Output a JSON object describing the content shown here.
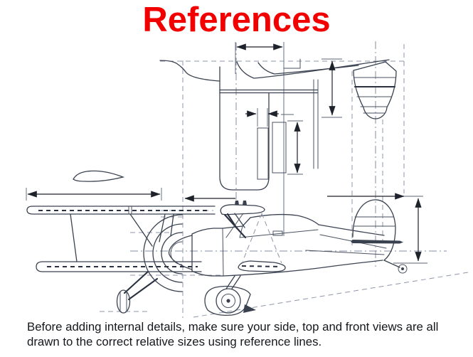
{
  "slide": {
    "title": "References",
    "caption_line1": "Before adding internal details, make sure your side, top and front views are all",
    "caption_line2": "drawn to the correct relative sizes using reference lines.",
    "title_color": "#f20000",
    "ink_color": "#3a4250",
    "reference_line_color": "#8d96a8",
    "dimension_color": "#1d222b",
    "background_color": "#ffffff"
  },
  "figure": {
    "content": "Three-view line drawing of a biplane model aircraft: top view of fuselage and wing, top view of tailplane, front view, and side view, all connected by dashed reference lines with unlabelled dimension arrows"
  }
}
